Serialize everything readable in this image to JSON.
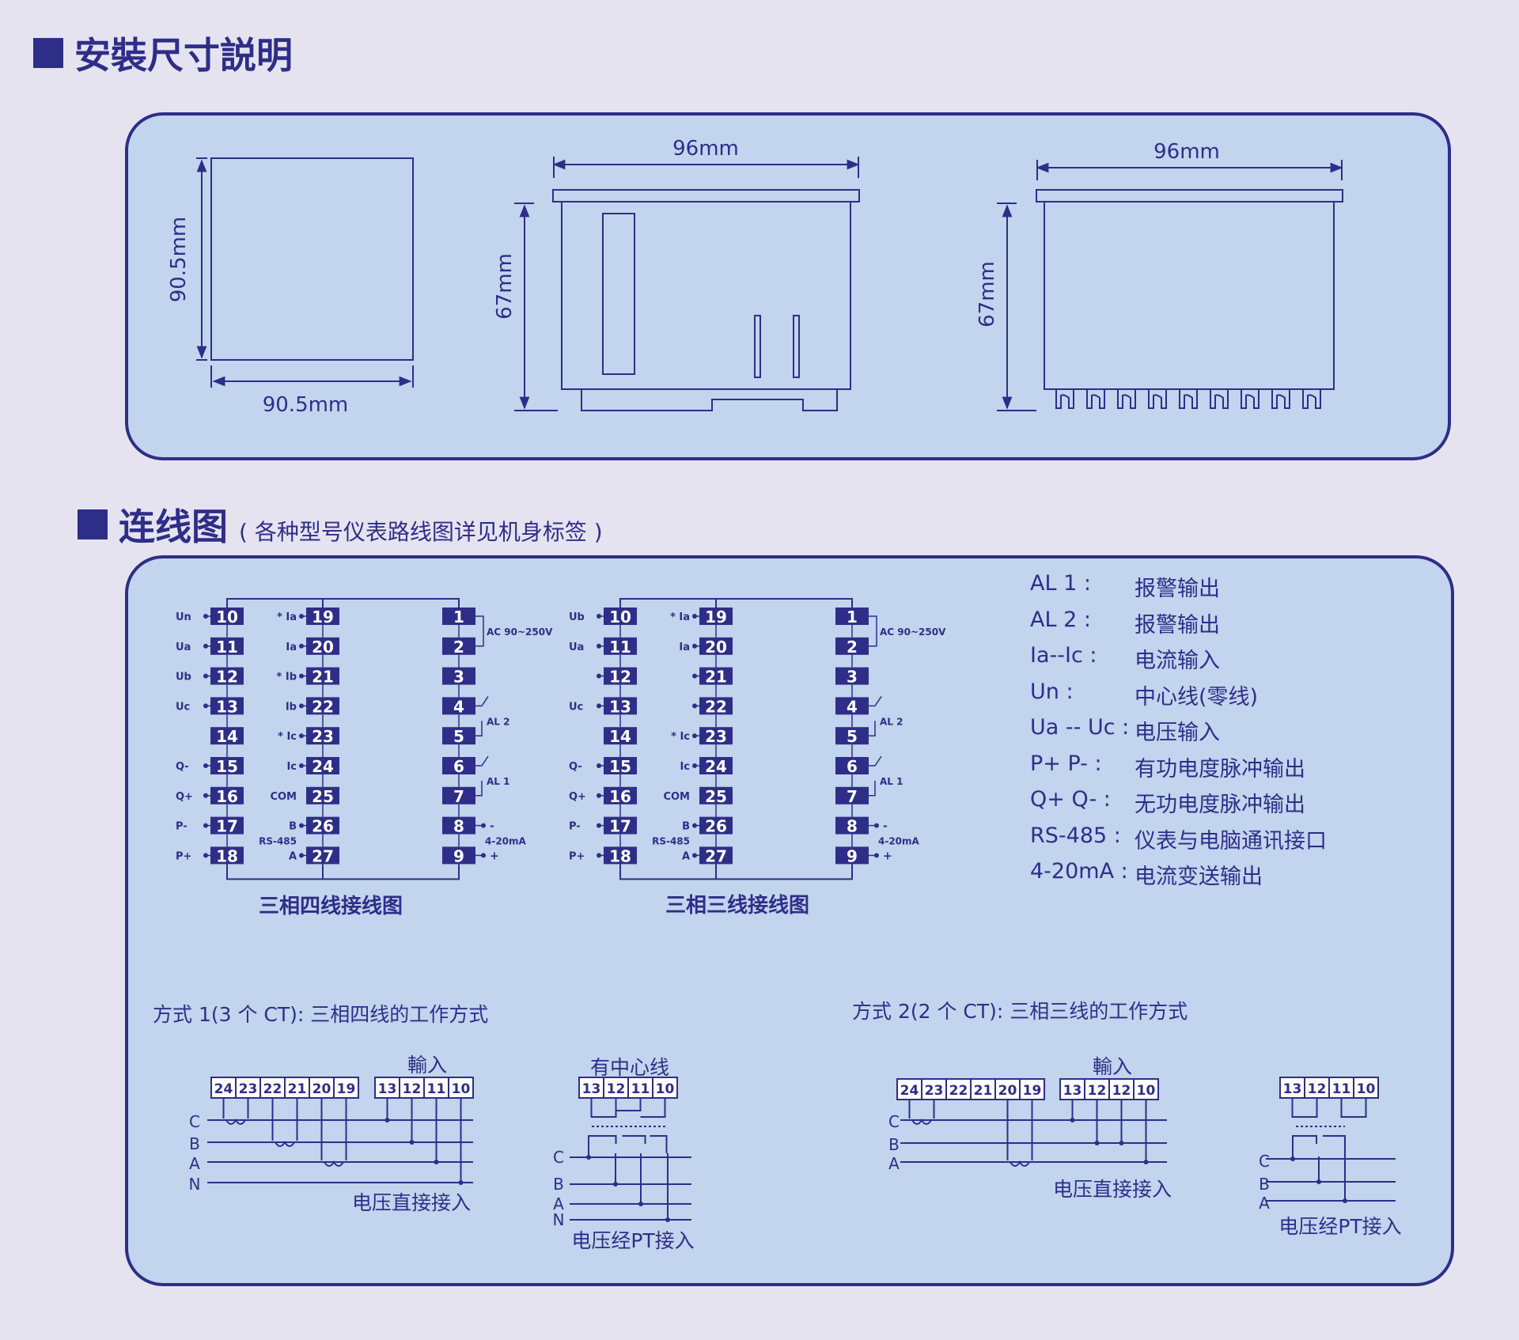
{
  "sections": {
    "mounting_title": "安裝尺寸説明",
    "wiring_title": "连线图",
    "wiring_note": "( 各种型号仪表路线图详见机身标签 )"
  },
  "dimensions": {
    "panel_cutout_height": "90.5mm",
    "panel_cutout_width": "90.5mm",
    "side_width": "96mm",
    "side_depth": "67mm",
    "back_width": "96mm",
    "back_depth": "67mm"
  },
  "terminals": {
    "left_col": [
      "10",
      "11",
      "12",
      "13",
      "14",
      "15",
      "16",
      "17",
      "18"
    ],
    "mid_col": [
      "19",
      "20",
      "21",
      "22",
      "23",
      "24",
      "25",
      "26",
      "27"
    ],
    "right_col": [
      "1",
      "2",
      "3",
      "4",
      "5",
      "6",
      "7",
      "8",
      "9"
    ]
  },
  "diagram_four_wire": {
    "caption": "三相四线接线图",
    "left_labels": [
      "Un",
      "Ua",
      "Ub",
      "Uc",
      "",
      "Q-",
      "Q+",
      "P-",
      "P+"
    ],
    "mid_labels": [
      "* Ia",
      "Ia",
      "* Ib",
      "Ib",
      "* Ic",
      "Ic",
      "COM",
      "B",
      "A"
    ]
  },
  "diagram_three_wire": {
    "caption": "三相三线接线图",
    "left_labels": [
      "Ub",
      "Ua",
      "",
      "Uc",
      "",
      "Q-",
      "Q+",
      "P-",
      "P+"
    ],
    "mid_labels": [
      "* Ia",
      "Ia",
      "",
      "",
      "* Ic",
      "Ic",
      "COM",
      "B",
      "A"
    ]
  },
  "common_labels": {
    "ac": "AC 90~250V",
    "al2": "AL 2",
    "al1": "AL 1",
    "rs485": "RS-485",
    "ma": "4-20mA",
    "minus": "-",
    "plus": "+"
  },
  "legend": [
    {
      "key": "AL 1 :",
      "value": "报警输出"
    },
    {
      "key": "AL 2 :",
      "value": "报警输出"
    },
    {
      "key": "Ia--Ic :",
      "value": "电流输入"
    },
    {
      "key": "Un :",
      "value": "中心线(零线)"
    },
    {
      "key": "Ua -- Uc :",
      "value": "电压输入"
    },
    {
      "key": "P+  P- :",
      "value": "有功电度脉冲输出"
    },
    {
      "key": "Q+  Q- :",
      "value": "无功电度脉冲输出"
    },
    {
      "key": "RS-485 :",
      "value": "仪表与电脑通讯接口"
    },
    {
      "key": "4-20mA :",
      "value": "电流变送输出"
    }
  ],
  "mode1": {
    "title": "方式 1(3 个 CT): 三相四线的工作方式",
    "input_label": "輸入",
    "current_terms": [
      "24",
      "23",
      "22",
      "21",
      "20",
      "19"
    ],
    "voltage_terms": [
      "13",
      "12",
      "11",
      "10"
    ],
    "lines": [
      "C",
      "B",
      "A",
      "N"
    ],
    "direct_caption": "电压直接接入",
    "neutral_label": "有中心线",
    "pt_terms": [
      "13",
      "12",
      "11",
      "10"
    ],
    "pt_lines": [
      "C",
      "B",
      "A",
      "N"
    ],
    "pt_caption": "电压经PT接入"
  },
  "mode2": {
    "title": "方式 2(2 个 CT): 三相三线的工作方式",
    "input_label": "輸入",
    "current_terms": [
      "24",
      "23",
      "22",
      "21",
      "20",
      "19"
    ],
    "voltage_terms": [
      "13",
      "12",
      "12",
      "10"
    ],
    "lines": [
      "C",
      "B",
      "A"
    ],
    "direct_caption": "电压直接接入",
    "pt_terms": [
      "13",
      "12",
      "11",
      "10"
    ],
    "pt_lines": [
      "C",
      "B",
      "A"
    ],
    "pt_caption": "电压经PT接入"
  }
}
